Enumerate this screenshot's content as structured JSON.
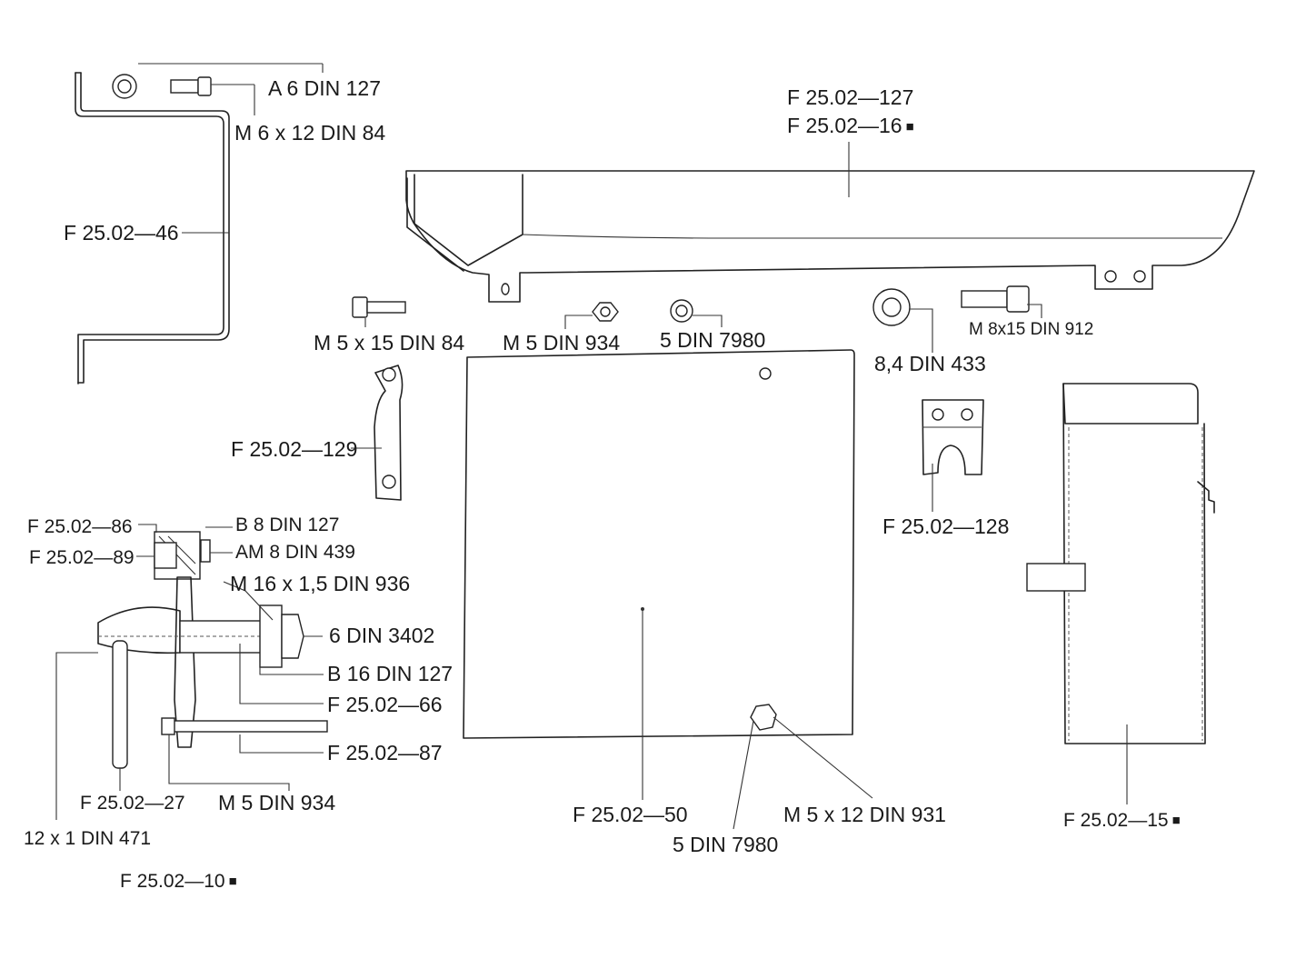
{
  "labels": {
    "a6_din127": "A 6  DIN 127",
    "m6x12_din84": "M 6 x 12  DIN 84",
    "f_127": "F 25.02—127",
    "f_16": "F 25.02—16",
    "f_46": "F 25.02—46",
    "m5x15_din84": "M 5 x 15  DIN 84",
    "m5_din934_top": "M 5  DIN 934",
    "d5_din7980_top": "5  DIN 7980",
    "d84_din433": "8,4  DIN 433",
    "m8x15_din912": "M 8x15 DIN 912",
    "f_129": "F 25.02—129",
    "f_128": "F 25.02—128",
    "f_86": "F 25.02—86",
    "b8_din127": "B 8  DIN 127",
    "f_89": "F 25.02—89",
    "am8_din439": "AM 8  DIN 439",
    "m16_din936": "M 16 x 1,5  DIN 936",
    "d6_din3402": "6  DIN 3402",
    "b16_din127": "B 16  DIN 127",
    "f_66": "F 25.02—66",
    "f_87": "F 25.02—87",
    "f_27": "F 25.02—27",
    "m5_din934_bottom": "M 5  DIN 934",
    "d12x1_din471": "12 x 1  DIN 471",
    "f_10": "F  25.02—10",
    "f_50": "F 25.02—50",
    "m5x12_din931": "M 5 x 12  DIN 931",
    "d5_din7980_bottom": "5  DIN 7980",
    "f_15": "F  25.02—15"
  },
  "marker_symbol": "■"
}
